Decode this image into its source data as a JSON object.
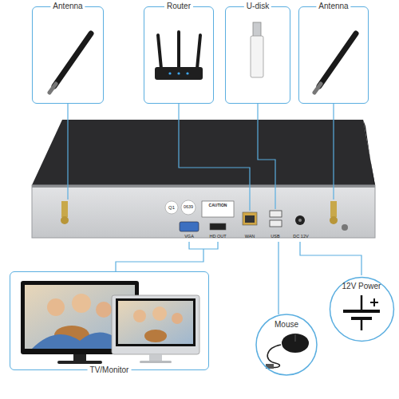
{
  "diagram": {
    "nodes": [
      {
        "text": [
          "Antenna"
        ]
      },
      {
        "text": [
          "Router"
        ]
      },
      {
        "text": [
          "U-disk"
        ]
      },
      {
        "text": [
          "Antenna"
        ]
      },
      {
        "text": [
          "TV/Monitor"
        ]
      },
      {
        "text": [
          "12V Power"
        ]
      },
      {
        "text": [
          "Mouse"
        ]
      }
    ],
    "labels": [
      "Q1",
      "0639",
      "CAUTION",
      "VGA",
      "HD OUT",
      "WAN",
      "USB",
      "DC 12V"
    ]
  }
}
